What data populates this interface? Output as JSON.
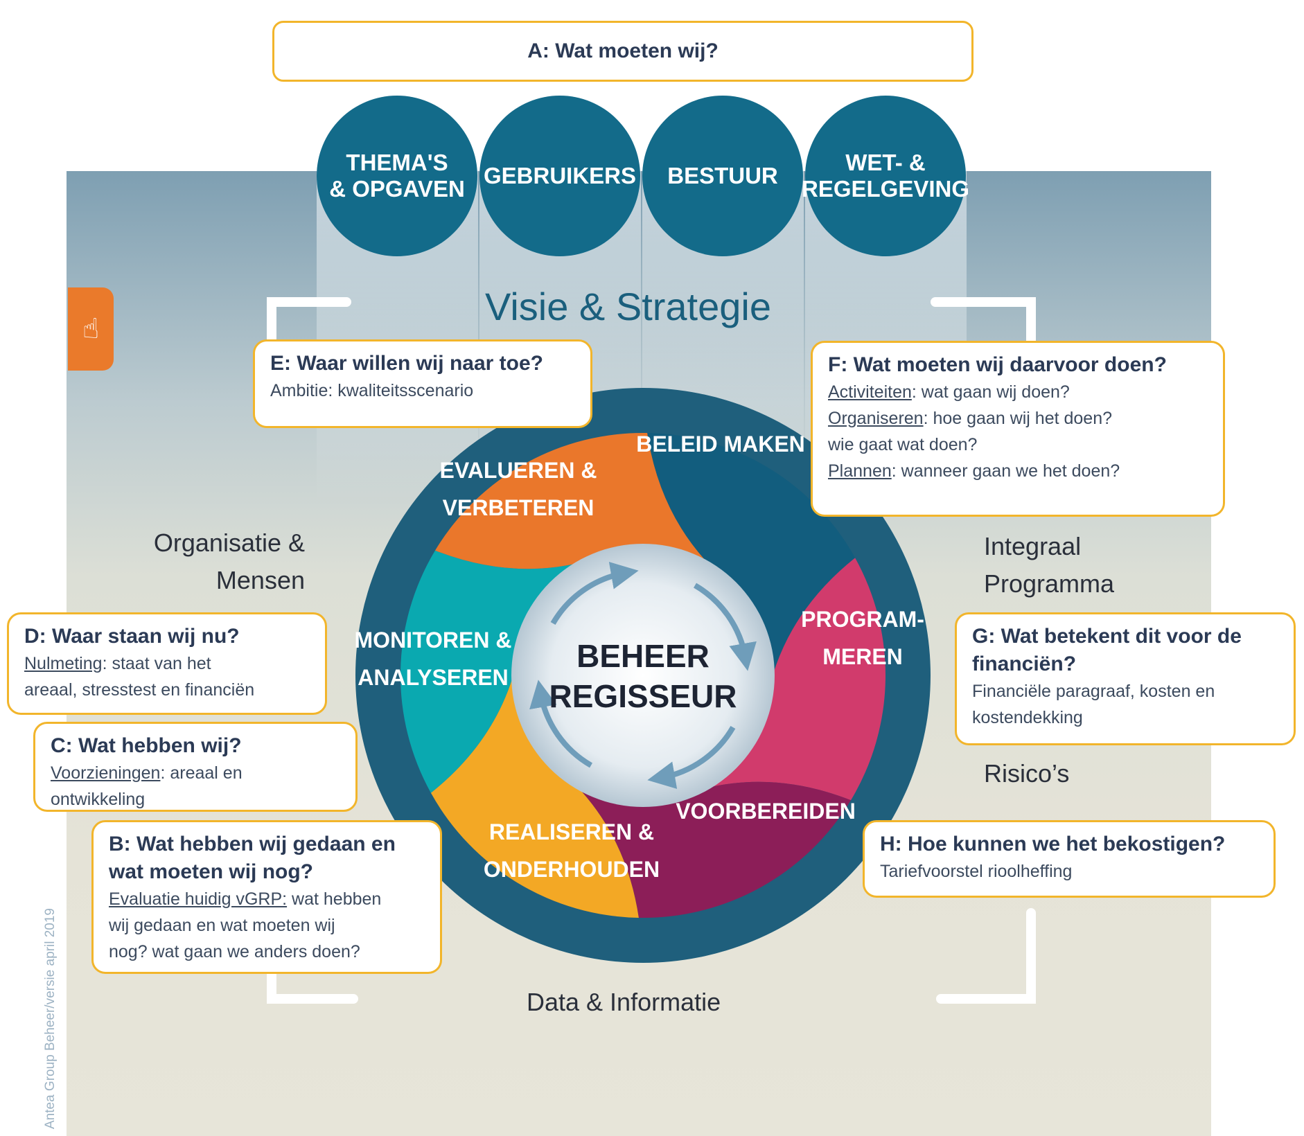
{
  "header_question": "A: Wat moeten wij?",
  "circles": [
    "THEMA'S\n& OPGAVEN",
    "GEBRUIKERS",
    "BESTUUR",
    "WET- &\nREGELGEVING"
  ],
  "vision_label": "Visie & Strategie",
  "side_labels": {
    "left": [
      "Organisatie &",
      "Mensen"
    ],
    "right": [
      "Integraal",
      "Programma"
    ],
    "risk": "Risico’s",
    "bottom": "Data & Informatie"
  },
  "wheel": {
    "center": [
      "BEHEER",
      "REGISSEUR"
    ],
    "segments": [
      {
        "label": [
          "BELEID MAKEN"
        ],
        "color": "#125d7e"
      },
      {
        "label": [
          "PROGRAM-",
          "MEREN"
        ],
        "color": "#d13b6c"
      },
      {
        "label": [
          "VOORBEREIDEN"
        ],
        "color": "#8c1e58"
      },
      {
        "label": [
          "REALISEREN &",
          "ONDERHOUDEN"
        ],
        "color": "#f3a825"
      },
      {
        "label": [
          "MONITOREN &",
          "ANALYSEREN"
        ],
        "color": "#0aa9b0"
      },
      {
        "label": [
          "EVALUEREN &",
          "VERBETEREN"
        ],
        "color": "#ea772b"
      }
    ],
    "ring_color": "#1f5f7c"
  },
  "callouts": {
    "e": {
      "question": "E: Waar willen wij naar toe?",
      "lines": [
        [
          {
            "t": "Ambitie: kwaliteitsscenario"
          }
        ]
      ]
    },
    "f": {
      "question": "F: Wat moeten wij daarvoor doen?",
      "lines": [
        [
          {
            "t": "Activiteiten",
            "u": true
          },
          {
            "t": ": wat gaan wij doen?"
          }
        ],
        [
          {
            "t": "Organiseren",
            "u": true
          },
          {
            "t": ": hoe gaan wij het doen?"
          }
        ],
        [
          {
            "t": "wie gaat wat doen?"
          }
        ],
        [
          {
            "t": "Plannen",
            "u": true
          },
          {
            "t": ": wanneer gaan we het doen?"
          }
        ]
      ]
    },
    "d": {
      "question": "D: Waar staan wij nu?",
      "lines": [
        [
          {
            "t": "Nulmeting",
            "u": true
          },
          {
            "t": ": staat van het"
          }
        ],
        [
          {
            "t": "areaal,  stresstest en financiën"
          }
        ]
      ]
    },
    "c": {
      "question": "C: Wat hebben wij?",
      "lines": [
        [
          {
            "t": "Voorzieningen",
            "u": true
          },
          {
            "t": ": areaal en"
          }
        ],
        [
          {
            "t": "ontwikkeling"
          }
        ]
      ]
    },
    "b": {
      "question": "B: Wat hebben wij gedaan en\nwat moeten wij nog?",
      "lines": [
        [
          {
            "t": "Evaluatie huidig vGRP:",
            "u": true
          },
          {
            "t": " wat hebben"
          }
        ],
        [
          {
            "t": "wij gedaan en wat moeten wij"
          }
        ],
        [
          {
            "t": "nog? wat gaan we anders doen?"
          }
        ]
      ]
    },
    "g": {
      "question": "G: Wat betekent dit voor de\nfinanciën?",
      "lines": [
        [
          {
            "t": "Financiële paragraaf, kosten en"
          }
        ],
        [
          {
            "t": "kostendekking"
          }
        ]
      ]
    },
    "h": {
      "question": "H: Hoe kunnen we het bekostigen?",
      "lines": [
        [
          {
            "t": "Tariefvoorstel rioolheffing"
          }
        ]
      ]
    }
  },
  "credit": "Antea Group Beheer/versie april 2019",
  "colors": {
    "accent": "#f2b52b",
    "navy": "#136b8a"
  }
}
